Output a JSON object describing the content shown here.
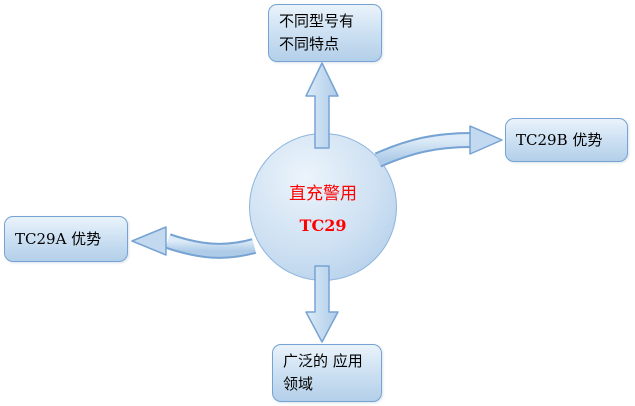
{
  "diagram": {
    "center_circle": {
      "line1": "直充警用",
      "line2": "TC29"
    },
    "top_box": {
      "line1": "不同型号有",
      "line2": "不同特点"
    },
    "right_box": {
      "label": "TC29B 优势"
    },
    "left_box": {
      "label": "TC29A 优势"
    },
    "bottom_box": {
      "line1": "广泛的 应用",
      "line2": "领域"
    }
  },
  "colors": {
    "shape_border": "#76a3d3",
    "shape_fill_light": "#eaf3fb",
    "shape_fill_dark": "#b3cfe9",
    "center_text": "#ff0000",
    "box_text": "#000000"
  }
}
